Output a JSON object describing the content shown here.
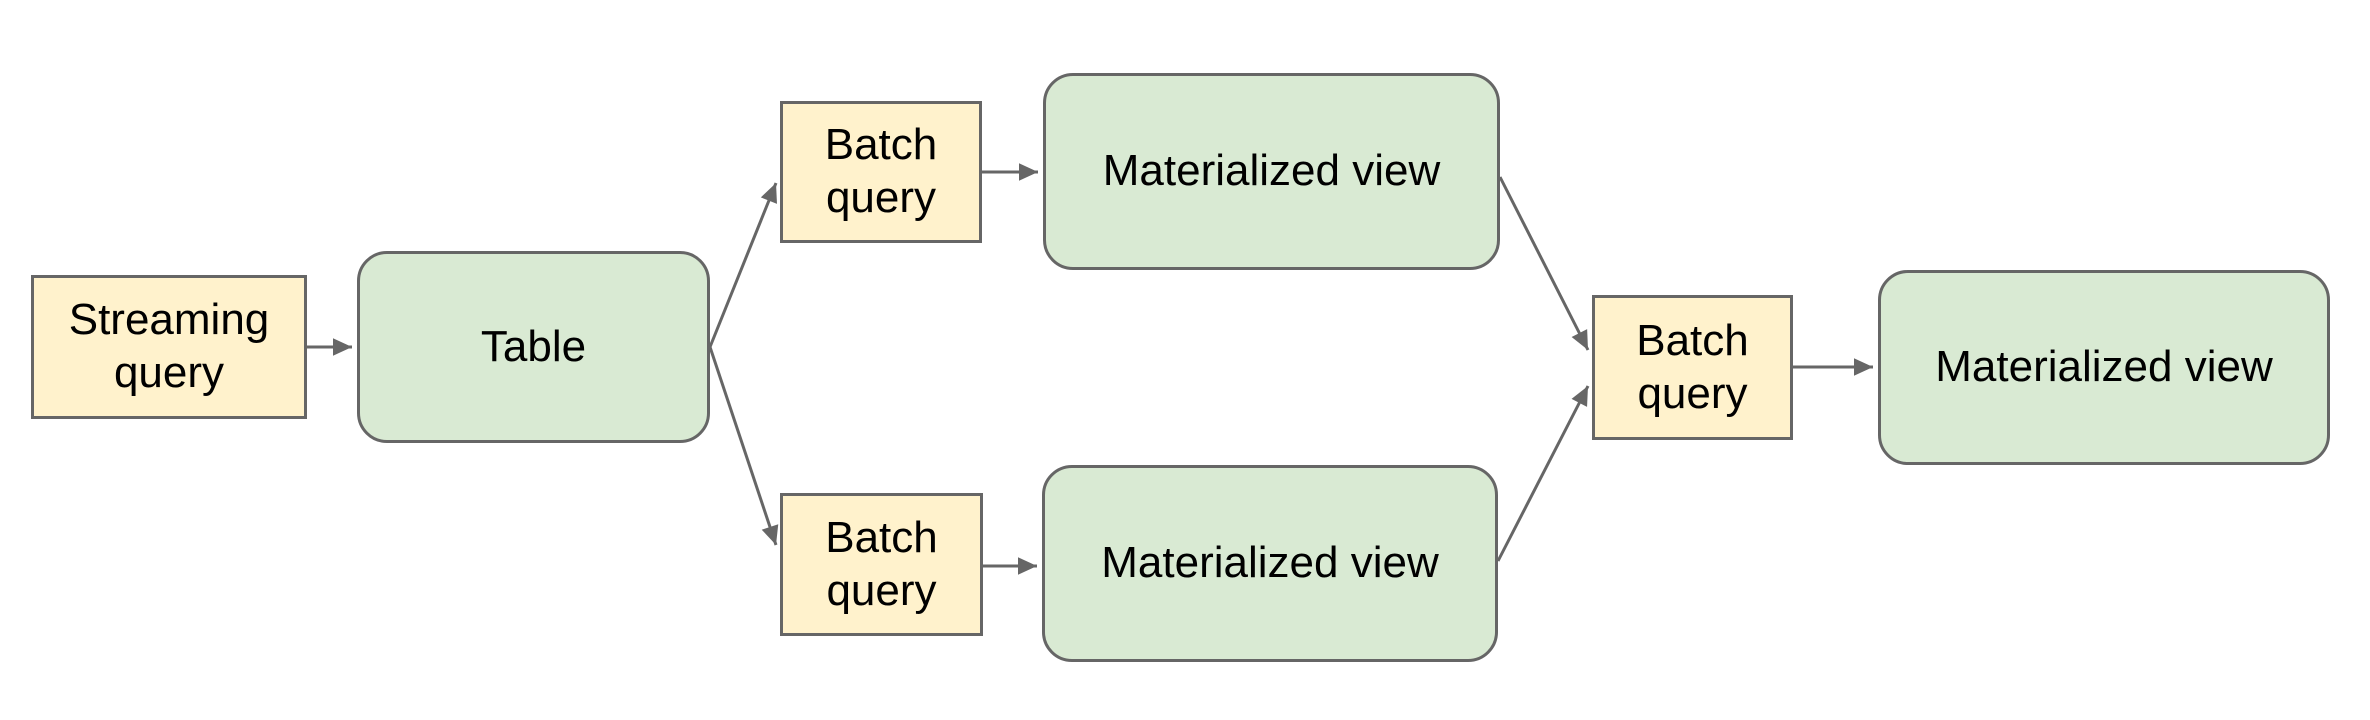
{
  "diagram": {
    "type": "flowchart",
    "nodes": [
      {
        "id": "streaming-query",
        "label": "Streaming query",
        "shape": "rectangle",
        "fill": "#fff2cc"
      },
      {
        "id": "table",
        "label": "Table",
        "shape": "rounded-rectangle",
        "fill": "#d9ead3"
      },
      {
        "id": "batch-query-top",
        "label": "Batch query",
        "shape": "rectangle",
        "fill": "#fff2cc"
      },
      {
        "id": "materialized-view-top",
        "label": "Materialized view",
        "shape": "rounded-rectangle",
        "fill": "#d9ead3"
      },
      {
        "id": "batch-query-bottom",
        "label": "Batch query",
        "shape": "rectangle",
        "fill": "#fff2cc"
      },
      {
        "id": "materialized-view-bottom",
        "label": "Materialized view",
        "shape": "rounded-rectangle",
        "fill": "#d9ead3"
      },
      {
        "id": "batch-query-right",
        "label": "Batch query",
        "shape": "rectangle",
        "fill": "#fff2cc"
      },
      {
        "id": "materialized-view-right",
        "label": "Materialized view",
        "shape": "rounded-rectangle",
        "fill": "#d9ead3"
      }
    ],
    "edges": [
      {
        "from": "streaming-query",
        "to": "table"
      },
      {
        "from": "table",
        "to": "batch-query-top"
      },
      {
        "from": "table",
        "to": "batch-query-bottom"
      },
      {
        "from": "batch-query-top",
        "to": "materialized-view-top"
      },
      {
        "from": "batch-query-bottom",
        "to": "materialized-view-bottom"
      },
      {
        "from": "materialized-view-top",
        "to": "batch-query-right"
      },
      {
        "from": "materialized-view-bottom",
        "to": "batch-query-right"
      },
      {
        "from": "batch-query-right",
        "to": "materialized-view-right"
      }
    ],
    "palette": {
      "query_fill": "#fff2cc",
      "view_fill": "#d9ead3",
      "border": "#666666",
      "arrow": "#666666",
      "text": "#000000",
      "background": "#ffffff"
    }
  }
}
